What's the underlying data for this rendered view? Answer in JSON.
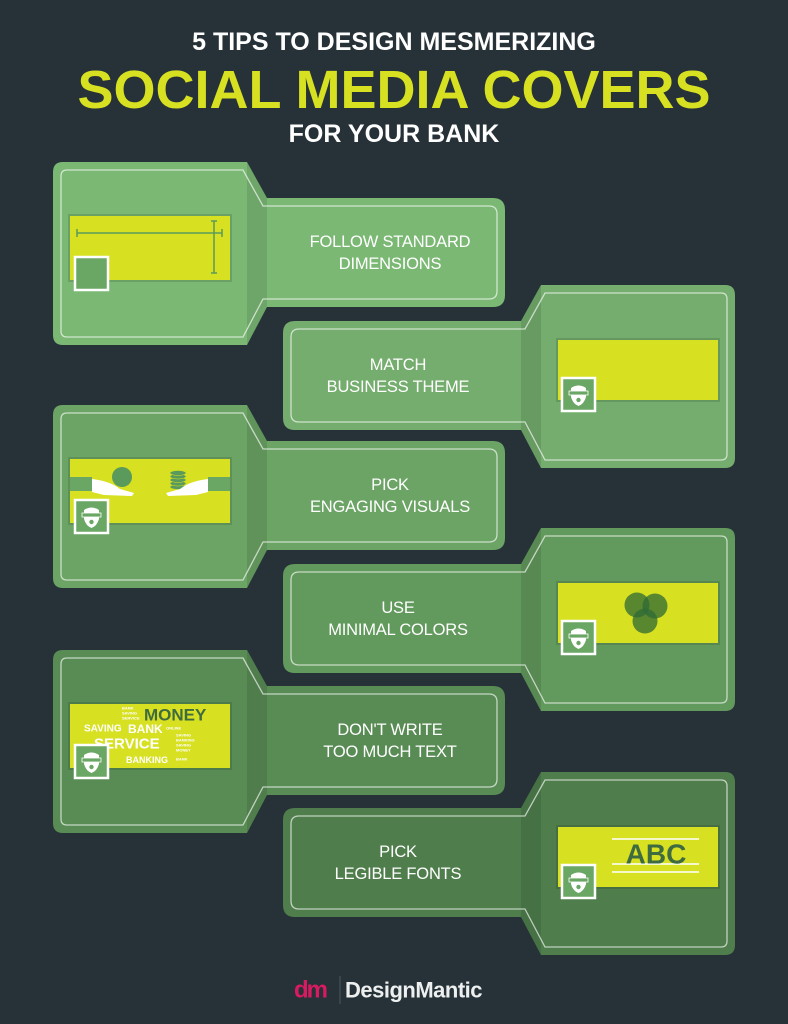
{
  "header": {
    "line1": "5 TIPS TO DESIGN MESMERIZING",
    "line2": "SOCIAL MEDIA COVERS",
    "line3": "FOR YOUR BANK"
  },
  "colors": {
    "background": "#263238",
    "accent_yellow": "#d7e021",
    "dark_green": "#3f6b40",
    "brand_pink": "#d81b60"
  },
  "tips": [
    {
      "lines": [
        "FOLLOW STANDARD",
        "DIMENSIONS"
      ],
      "side": "left",
      "color": "#7bb874",
      "icon": "dimensions-icon"
    },
    {
      "lines": [
        "MATCH",
        "BUSINESS THEME"
      ],
      "side": "right",
      "color": "#74ad6d",
      "icon": "theme-cover-icon"
    },
    {
      "lines": [
        "PICK",
        "ENGAGING VISUALS"
      ],
      "side": "left",
      "color": "#6ba465",
      "icon": "hands-visuals-icon"
    },
    {
      "lines": [
        "USE",
        "MINIMAL COLORS"
      ],
      "side": "right",
      "color": "#62995d",
      "icon": "color-circles-icon"
    },
    {
      "lines": [
        "DON'T WRITE",
        "TOO MUCH TEXT"
      ],
      "side": "left",
      "color": "#598c55",
      "icon": "word-cloud-icon"
    },
    {
      "lines": [
        "PICK",
        "LEGIBLE FONTS"
      ],
      "side": "right",
      "color": "#4f7e4c",
      "icon": "font-abc-icon"
    }
  ],
  "word_cloud": {
    "big": "MONEY",
    "mid1": "SAVING",
    "mid2": "BANK",
    "main": "SERVICE",
    "low": "BANKING",
    "small": [
      "BANK",
      "SAVING",
      "SERVICE",
      "ONLINE",
      "SAVING",
      "BANKING",
      "SAVING",
      "MONEY",
      "BANK"
    ]
  },
  "font_sample": "ABC",
  "footer": {
    "logo_mark": "dm",
    "brand": "DesignMantic"
  }
}
